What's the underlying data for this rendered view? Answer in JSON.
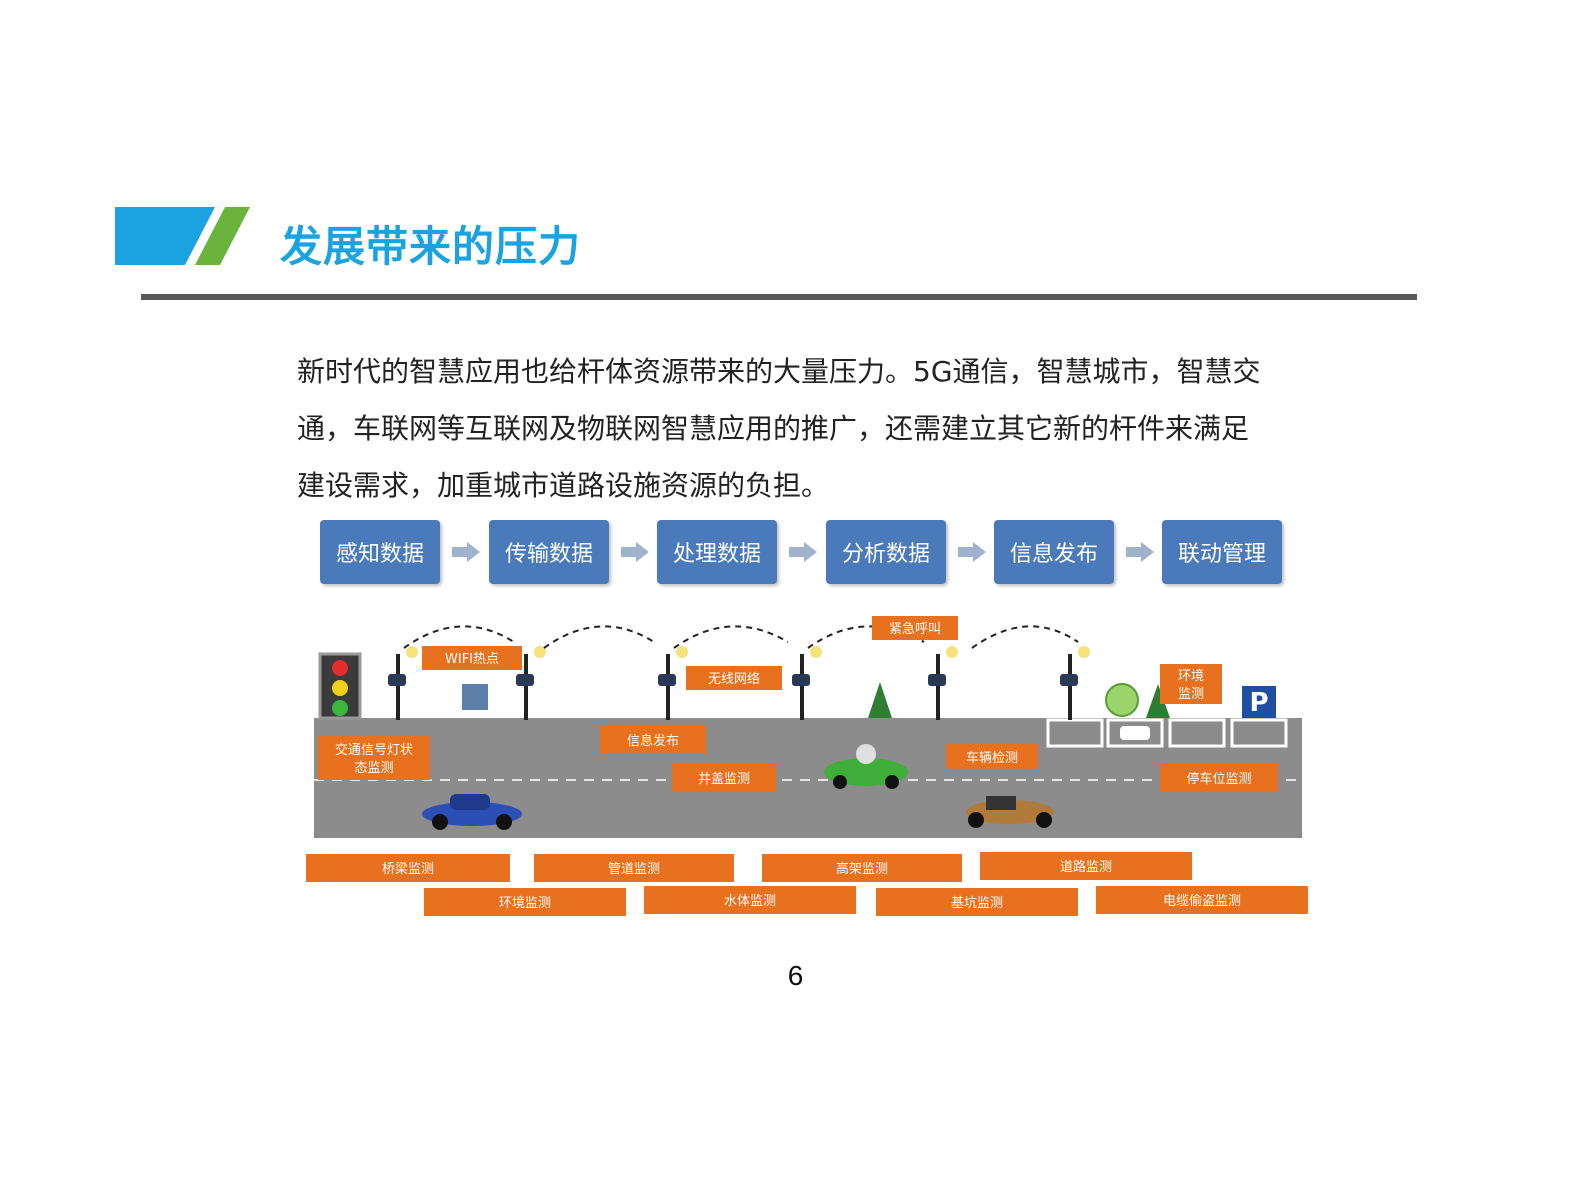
{
  "header": {
    "title": "发展带来的压力",
    "accent_blue": "#1aa3e0",
    "accent_green": "#6ab43e",
    "rule_color": "#595959"
  },
  "body": {
    "lines": [
      "新时代的智慧应用也给杆体资源带来的大量压力。5G通信，智慧城市，智慧交",
      "通，车联网等互联网及物联网智慧应用的推广，还需建立其它新的杆件来满足",
      "建设需求，加重城市道路设施资源的负担。"
    ]
  },
  "flow": {
    "steps": [
      "感知数据",
      "传输数据",
      "处理数据",
      "分析数据",
      "信息发布",
      "联动管理"
    ],
    "step_color": "#4a7ab9",
    "arrow_color": "#9fb3cf"
  },
  "scene": {
    "callouts": {
      "wifi": "WIFI热点",
      "wireless": "无线网络",
      "emergency": "紧急呼叫",
      "environment": "环境\n监测",
      "traffic_light": "交通信号灯状\n态监测",
      "info_publish": "信息发布",
      "manhole": "井盖监测",
      "vehicle": "车辆检测",
      "parking": "停车位监测",
      "parking_sign": "P"
    },
    "bottom_row1": [
      "桥梁监测",
      "管道监测",
      "高架监测",
      "道路监测"
    ],
    "bottom_row2": [
      "环境监测",
      "水体监测",
      "基坑监测",
      "电缆偷盗监测"
    ],
    "label_color": "#e8711f",
    "road_color": "#8c8c8c"
  },
  "footer": {
    "page_number": "6"
  }
}
